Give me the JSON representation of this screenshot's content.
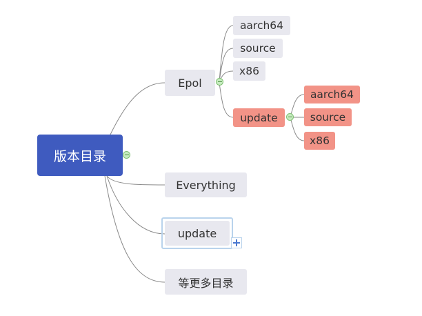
{
  "mindmap": {
    "root": "版本目录",
    "epol": {
      "label": "Epol",
      "children": [
        "aarch64",
        "source",
        "x86"
      ],
      "update": {
        "label": "update",
        "children": [
          "aarch64",
          "source",
          "x86"
        ]
      }
    },
    "everything": "Everything",
    "update": "update",
    "more": "等更多目录"
  },
  "colors": {
    "root_fill": "#3f5bbf",
    "highlight_fill": "#f29387",
    "node_fill": "#e8e8ef",
    "link": "#8a8a8a",
    "toggle": "#7fbf73",
    "selection": "#b9d3ec"
  },
  "icons": {
    "collapse": "minus-circle-icon",
    "add": "plus-square-icon"
  }
}
